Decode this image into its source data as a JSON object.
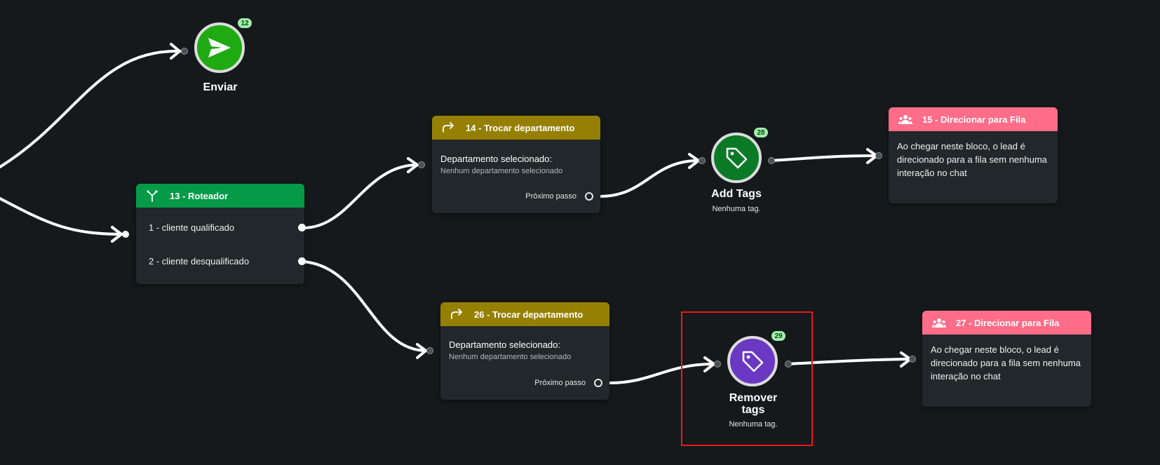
{
  "canvas": {
    "send_node": {
      "label": "Enviar",
      "badge": "12",
      "icon": "send-icon"
    },
    "router_node": {
      "title": "13 - Roteador",
      "icon": "fork-icon",
      "routes": [
        {
          "label": "1 - cliente qualificado"
        },
        {
          "label": "2 - cliente desqualificado"
        }
      ]
    },
    "dept_node_14": {
      "title": "14 - Trocar departamento",
      "icon": "redirect-arrow-icon",
      "field_label": "Departamento selecionado:",
      "field_value": "Nenhum departamento selecionado",
      "next_label": "Próximo passo"
    },
    "dept_node_26": {
      "title": "26 - Trocar departamento",
      "icon": "redirect-arrow-icon",
      "field_label": "Departamento selecionado:",
      "field_value": "Nenhum departamento selecionado",
      "next_label": "Próximo passo"
    },
    "add_tags_node": {
      "title": "Add Tags",
      "subtitle": "Nenhuma tag.",
      "badge": "28",
      "icon": "tag-icon"
    },
    "remove_tags_node": {
      "title_line1": "Remover",
      "title_line2": "tags",
      "subtitle": "Nenhuma tag.",
      "badge": "29",
      "icon": "tag-icon"
    },
    "fila_node_15": {
      "title": "15 - Direcionar para Fila",
      "icon": "users-icon",
      "description": "Ao chegar neste bloco, o lead é direcionado para a fila sem nenhuma interação no chat"
    },
    "fila_node_27": {
      "title": "27 - Direcionar para Fila",
      "icon": "users-icon",
      "description": "Ao chegar neste bloco, o lead é direcionado para a fila sem nenhuma interação no chat"
    }
  },
  "colors": {
    "background": "#15191c",
    "node_body": "#22272b",
    "router_header": "#049a47",
    "dept_header": "#968003",
    "fila_header": "#ff6d88",
    "send_circle": "#1faa12",
    "add_tags_circle": "#0b7a26",
    "remove_tags_circle": "#6a38c2",
    "badge": "#9ef0a8",
    "selection_outline": "#e81919"
  }
}
